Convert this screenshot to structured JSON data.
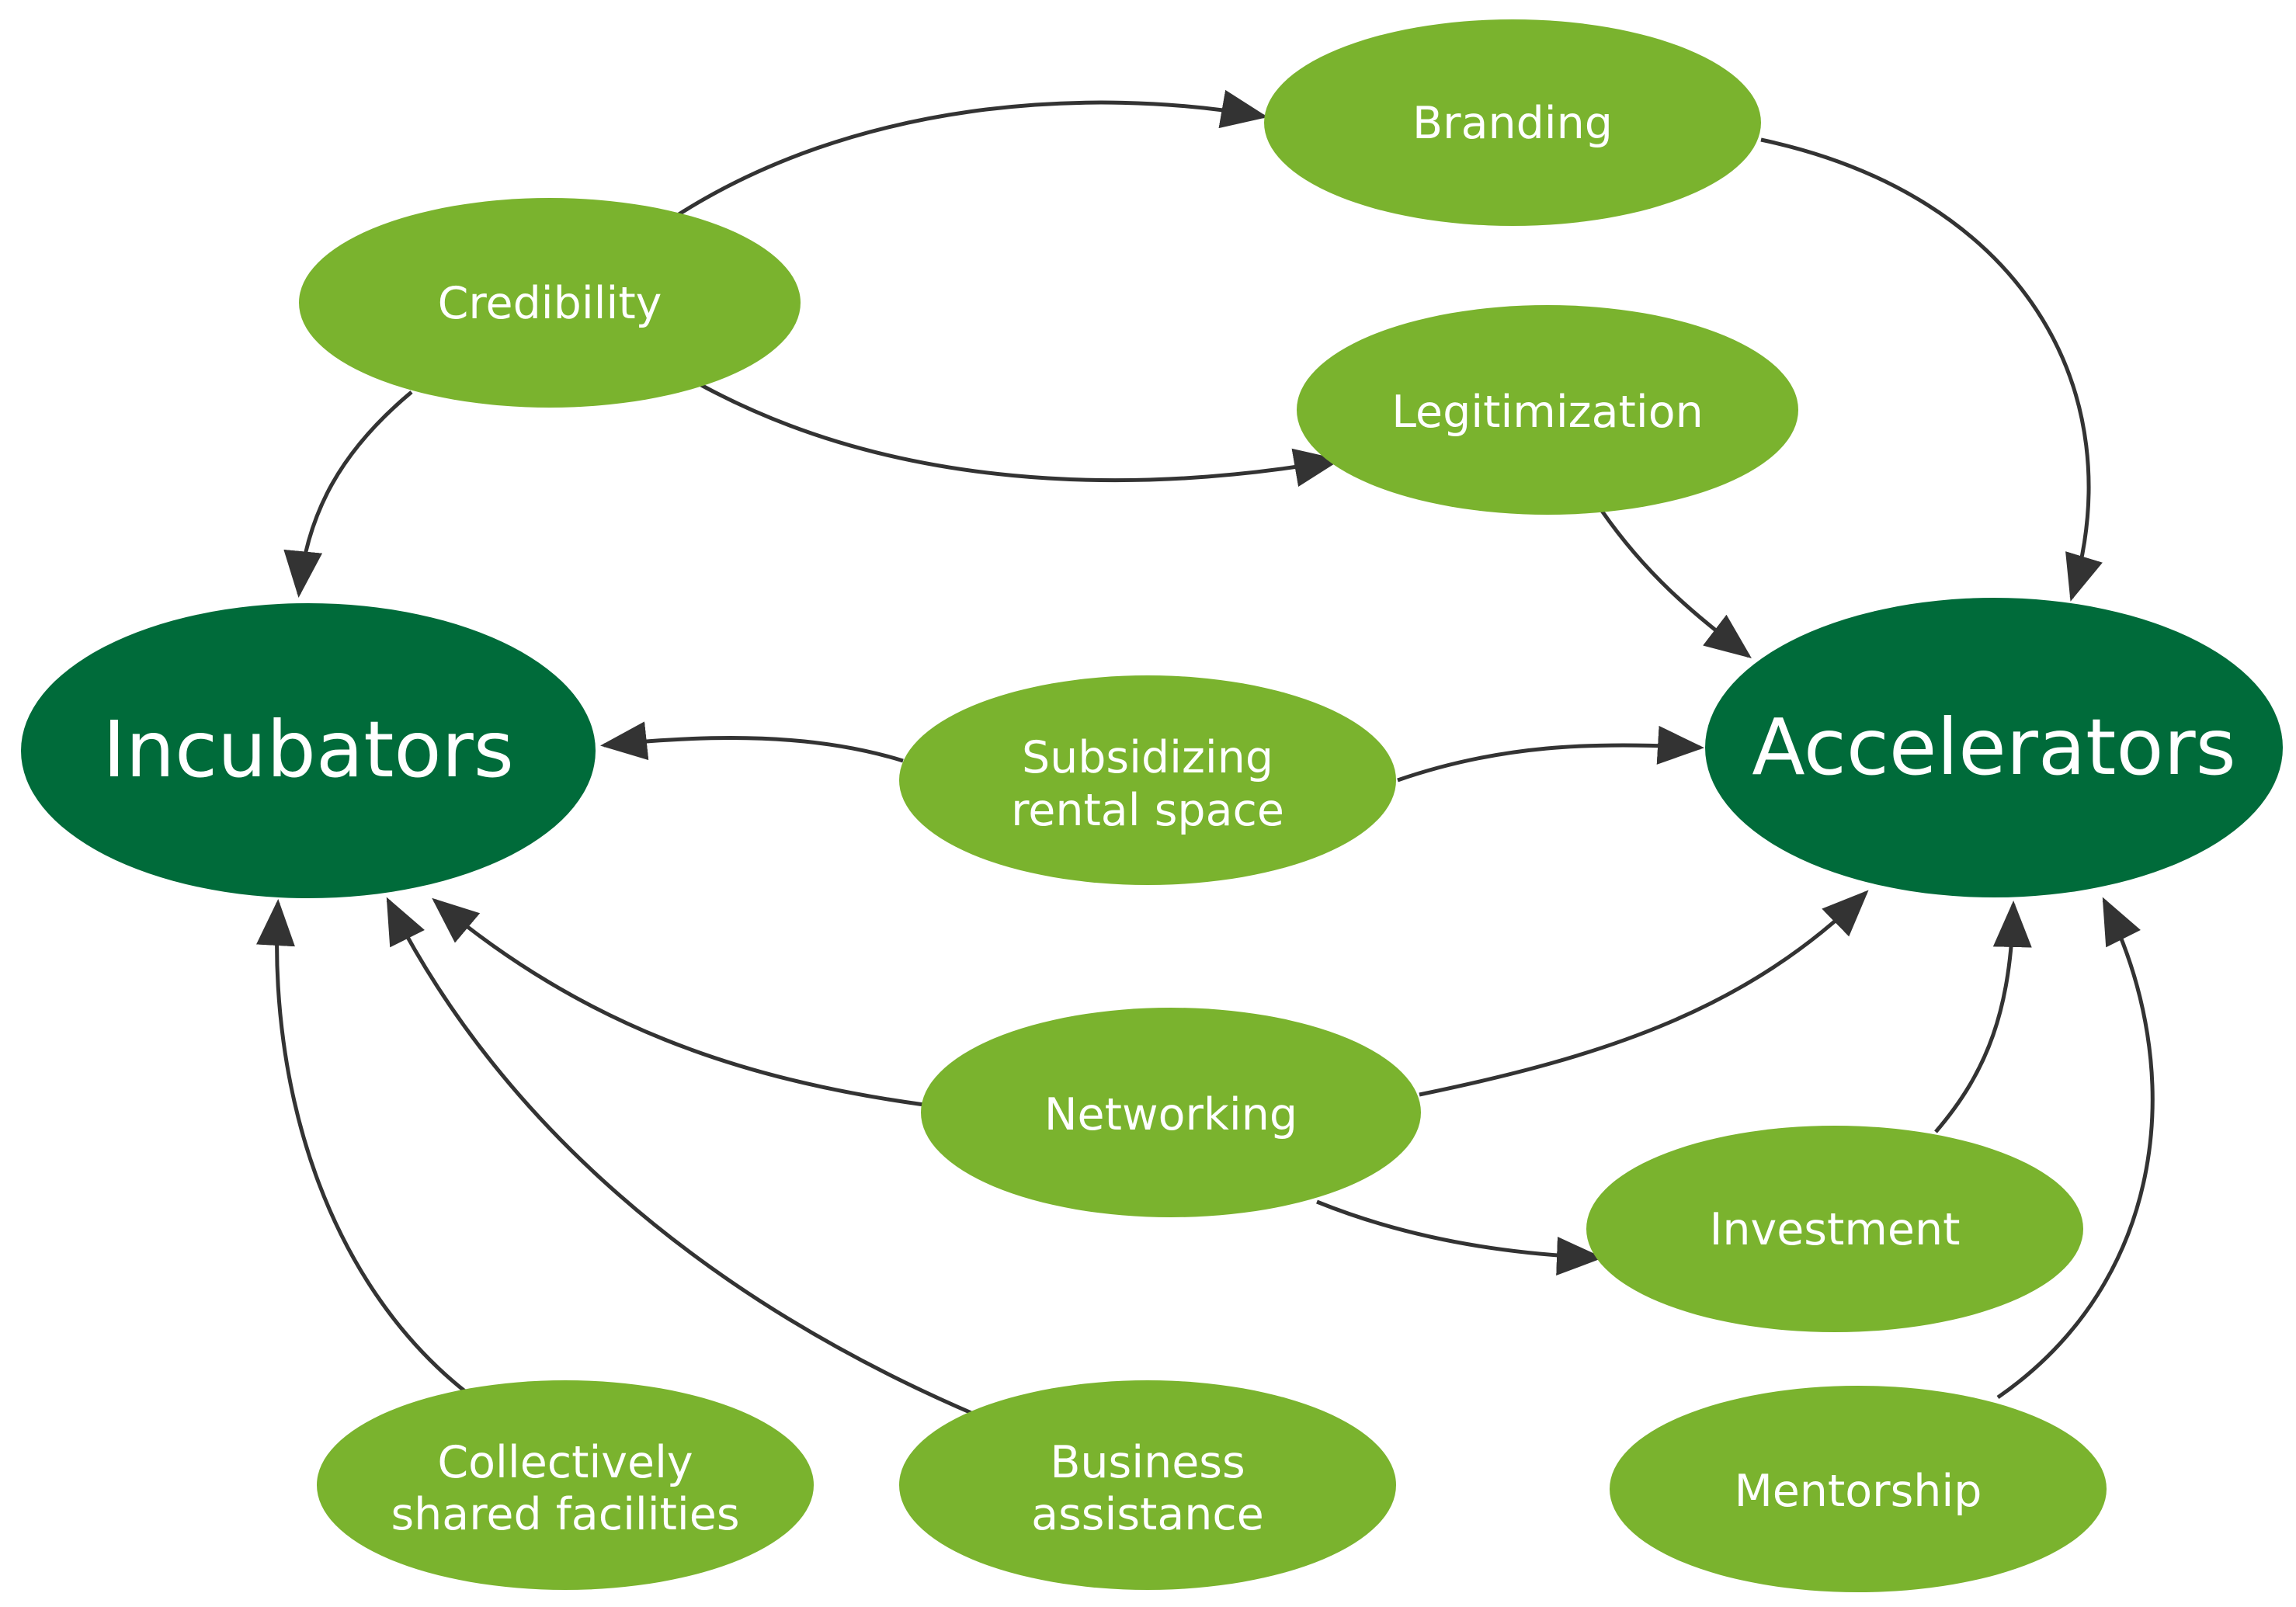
{
  "colors": {
    "main_node": "#006b3a",
    "sub_node": "#7ab32e",
    "arrow": "#333333",
    "text": "#ffffff"
  },
  "nodes": {
    "incubators": {
      "label": "Incubators"
    },
    "accelerators": {
      "label": "Accelerators"
    },
    "branding": {
      "label": "Branding"
    },
    "credibility": {
      "label": "Credibility"
    },
    "legitimization": {
      "label": "Legitimization"
    },
    "subsidizing": {
      "line1": "Subsidizing",
      "line2": "rental space"
    },
    "networking": {
      "label": "Networking"
    },
    "investment": {
      "label": "Investment"
    },
    "collectively": {
      "line1": "Collectively",
      "line2": "shared facilities"
    },
    "business": {
      "line1": "Business",
      "line2": "assistance"
    },
    "mentorship": {
      "label": "Mentorship"
    }
  },
  "edges": [
    {
      "from": "credibility",
      "to": "branding"
    },
    {
      "from": "credibility",
      "to": "legitimization"
    },
    {
      "from": "credibility",
      "to": "incubators"
    },
    {
      "from": "branding",
      "to": "accelerators"
    },
    {
      "from": "legitimization",
      "to": "accelerators"
    },
    {
      "from": "subsidizing",
      "to": "incubators"
    },
    {
      "from": "subsidizing",
      "to": "accelerators"
    },
    {
      "from": "networking",
      "to": "incubators"
    },
    {
      "from": "networking",
      "to": "accelerators"
    },
    {
      "from": "networking",
      "to": "investment"
    },
    {
      "from": "investment",
      "to": "accelerators"
    },
    {
      "from": "mentorship",
      "to": "accelerators"
    },
    {
      "from": "collectively",
      "to": "incubators"
    },
    {
      "from": "business",
      "to": "incubators"
    }
  ]
}
